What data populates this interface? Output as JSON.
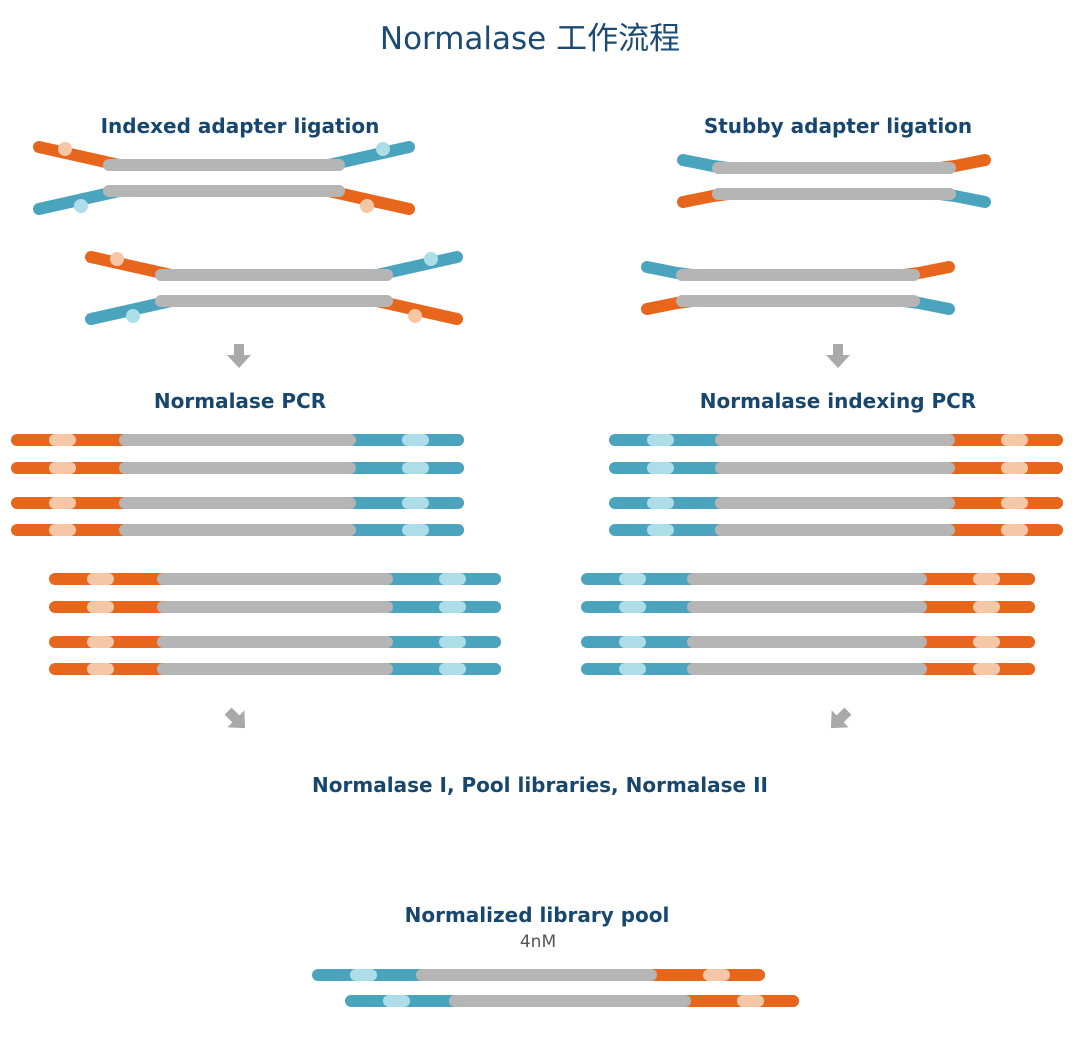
{
  "title": "Normalase 工作流程",
  "colors": {
    "orange": "#e8661b",
    "orange_index": "#f6c7a6",
    "blue": "#4ba4be",
    "blue_index": "#acdde9",
    "insert": "#b5b5b5",
    "arrow": "#a9a9a9",
    "heading": "#17476e"
  },
  "left": {
    "ligation_label": "Indexed adapter ligation",
    "pcr_label": "Normalase PCR"
  },
  "right": {
    "ligation_label": "Stubby adapter ligation",
    "pcr_label": "Normalase indexing PCR"
  },
  "pool_label": "Normalase I, Pool libraries, Normalase II",
  "output": {
    "label": "Normalized library pool",
    "concentration": "4nM"
  }
}
